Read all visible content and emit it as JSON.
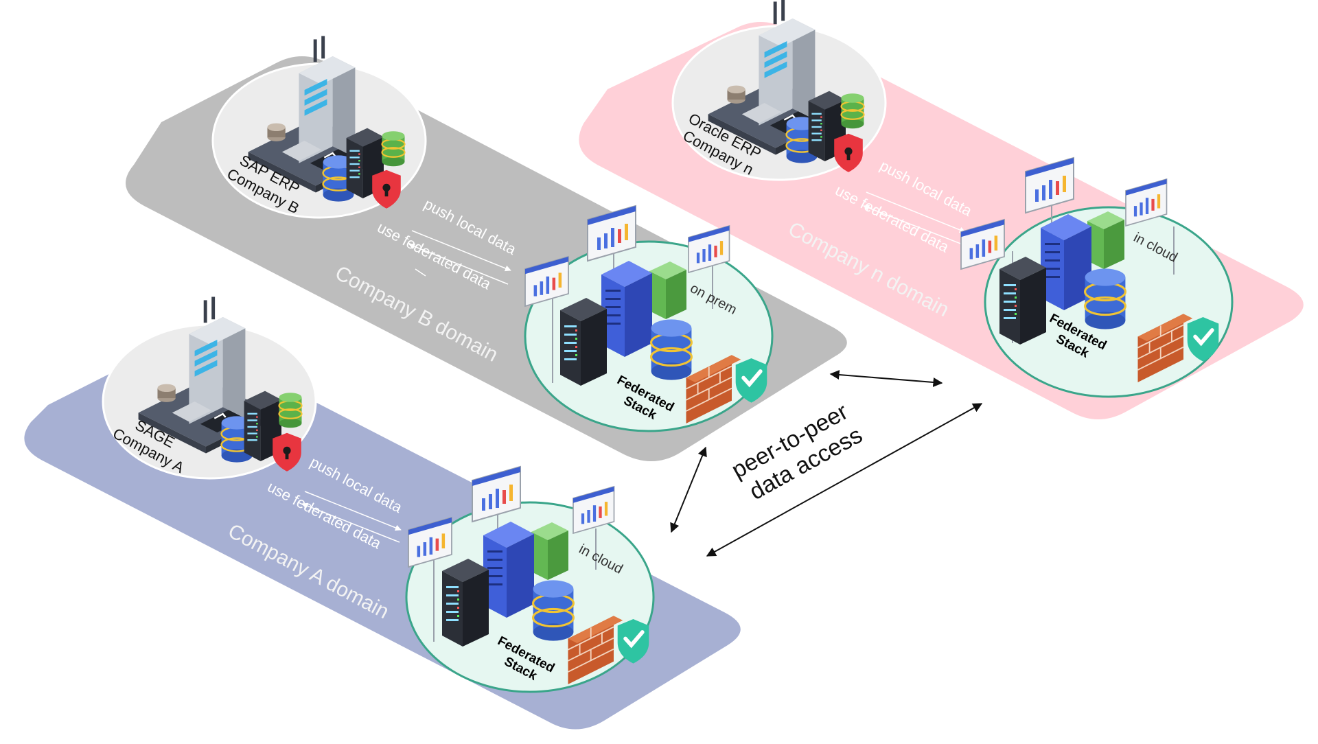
{
  "colors": {
    "company_a_domain": "#a7b0d3",
    "company_b_domain": "#bdbdbd",
    "company_n_domain": "#ffd0d8",
    "erp_circle": "#ececec",
    "stack_circle": "#e6f7f1",
    "stack_circle_stroke": "#3aa58a"
  },
  "domains": [
    {
      "id": "company-a",
      "domain_label": "Company A domain",
      "erp_line1": "SAGE",
      "erp_line2": "Company A",
      "push_label": "push local data",
      "use_label": "use federated data",
      "location_label": "in cloud",
      "stack_line1": "Federated",
      "stack_line2": "Stack"
    },
    {
      "id": "company-b",
      "domain_label": "Company B domain",
      "erp_line1": "SAP ERP",
      "erp_line2": "Company B",
      "push_label": "push local data",
      "use_label": "use federated data",
      "location_label": "on prem",
      "stack_line1": "Federated",
      "stack_line2": "Stack"
    },
    {
      "id": "company-n",
      "domain_label": "Company n domain",
      "erp_line1": "Oracle ERP",
      "erp_line2": "Company n",
      "push_label": "push local data",
      "use_label": "use federated data",
      "location_label": "in cloud",
      "stack_line1": "Federated",
      "stack_line2": "Stack"
    }
  ],
  "peer_to_peer": {
    "line1": "peer-to-peer",
    "line2": "data access"
  },
  "icons": [
    "office-building-icon",
    "database-icon",
    "server-rack-icon",
    "security-shield-icon",
    "firewall-icon",
    "dashboard-chart-icon"
  ]
}
